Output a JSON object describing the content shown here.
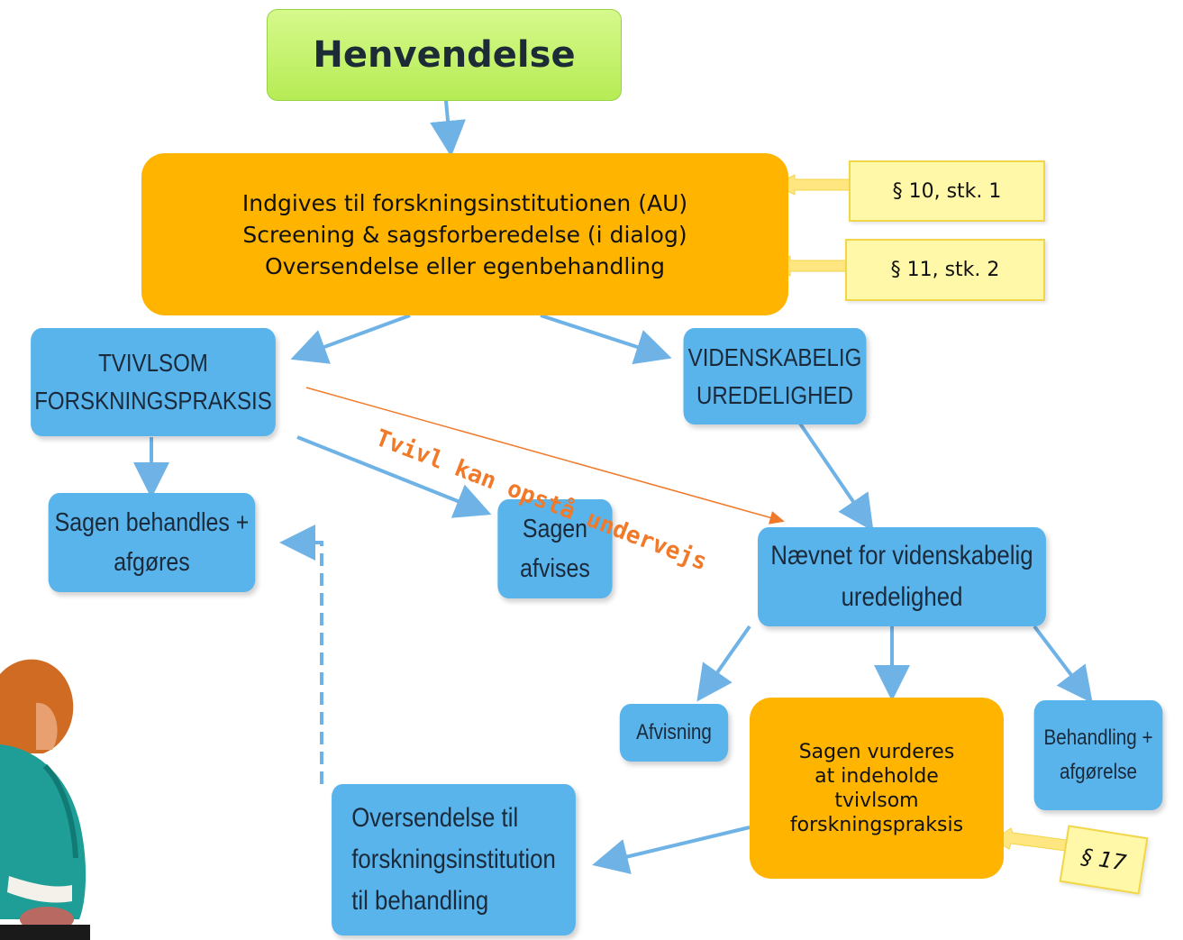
{
  "nodes": {
    "henvendelse": "Henvendelse",
    "indgives": [
      "Indgives til forskningsinstitutionen (AU)",
      "Screening & sagsforberedelse (i dialog)",
      "Oversendelse eller egenbehandling"
    ],
    "tvivlsom": [
      "TVIVLSOM",
      "FORSKNINGSPRAKSIS"
    ],
    "videnskabelig": [
      "VIDENSKABELIG",
      "UREDELIGHED"
    ],
    "behandles": [
      "Sagen behandles +",
      "afgøres"
    ],
    "afvises": [
      "Sagen",
      "afvises"
    ],
    "naevnet": [
      "Nævnet for videnskabelig",
      "uredelighed"
    ],
    "afvisning": "Afvisning",
    "vurderes": [
      "Sagen vurderes",
      "at indeholde",
      "tvivlsom",
      "forskningspraksis"
    ],
    "behandling": [
      "Behandling +",
      "afgørelse"
    ],
    "oversendelse": [
      "Oversendelse til",
      "forskningsinstitution",
      "til behandling"
    ]
  },
  "notes": {
    "p10": "§ 10, stk. 1",
    "p11": "§ 11, stk. 2",
    "p17": "§ 17"
  },
  "tvivl_label": "Tvivl kan opstå undervejs",
  "colors": {
    "blue_box": "#5ab4ec",
    "green_box": "#c4f06a",
    "orange_box": "#ffb400",
    "arrow": "#6fb3e6",
    "note_fill": "#fff8a8",
    "tvivl_text": "#f07a2a"
  }
}
